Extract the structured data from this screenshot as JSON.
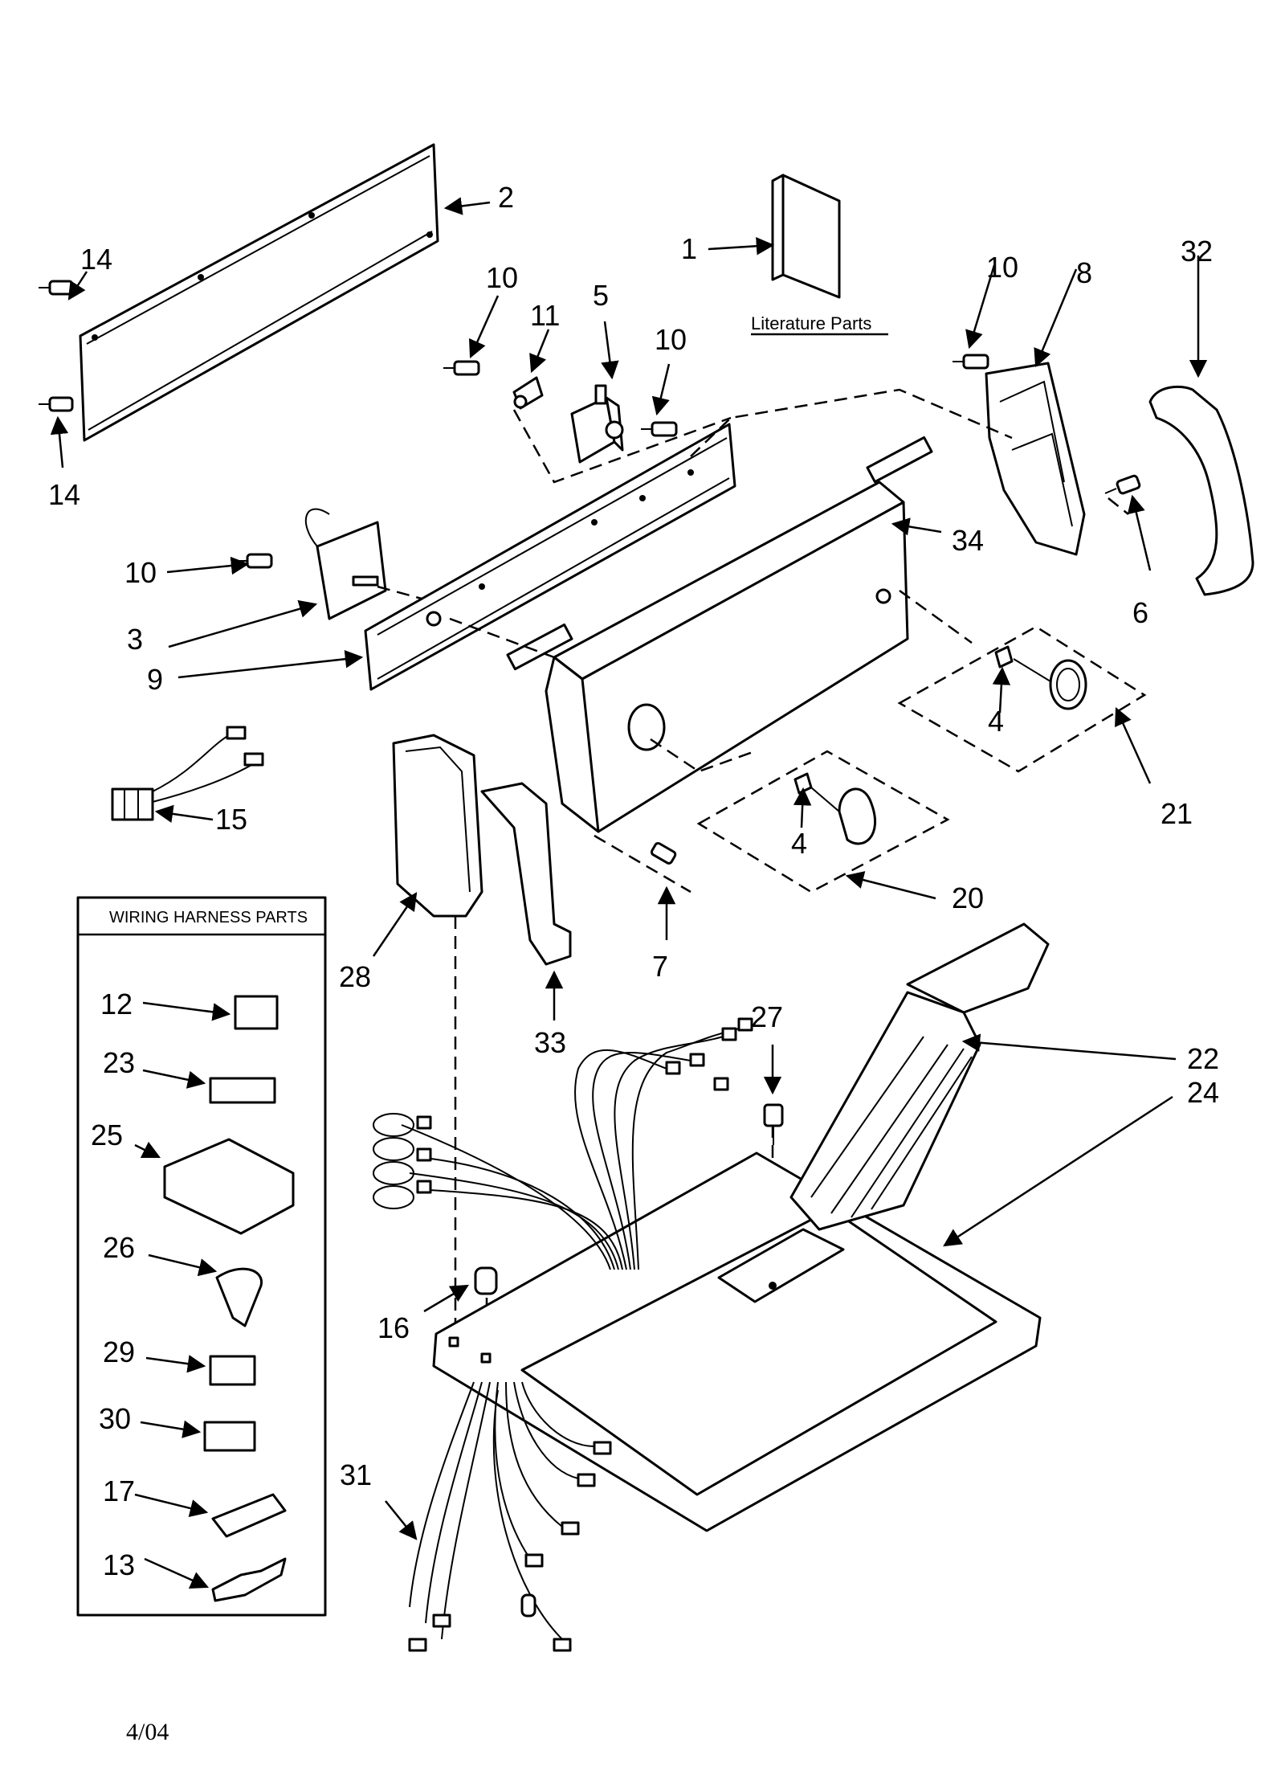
{
  "callouts": {
    "c1": "1",
    "c2": "2",
    "c3": "3",
    "c4a": "4",
    "c4b": "4",
    "c5": "5",
    "c6": "6",
    "c7": "7",
    "c8": "8",
    "c9": "9",
    "c10a": "10",
    "c10b": "10",
    "c10c": "10",
    "c10d": "10",
    "c11": "11",
    "c12": "12",
    "c13": "13",
    "c14a": "14",
    "c14b": "14",
    "c15": "15",
    "c16": "16",
    "c17": "17",
    "c20": "20",
    "c21": "21",
    "c22": "22",
    "c23": "23",
    "c24": "24",
    "c25": "25",
    "c26": "26",
    "c27": "27",
    "c28": "28",
    "c29": "29",
    "c30": "30",
    "c31": "31",
    "c32": "32",
    "c33": "33",
    "c34": "34"
  },
  "literature_label": "Literature Parts",
  "harness_box_title": "WIRING HARNESS PARTS",
  "date_code": "4/04",
  "colors": {
    "ink": "#000000",
    "paper": "#ffffff"
  }
}
